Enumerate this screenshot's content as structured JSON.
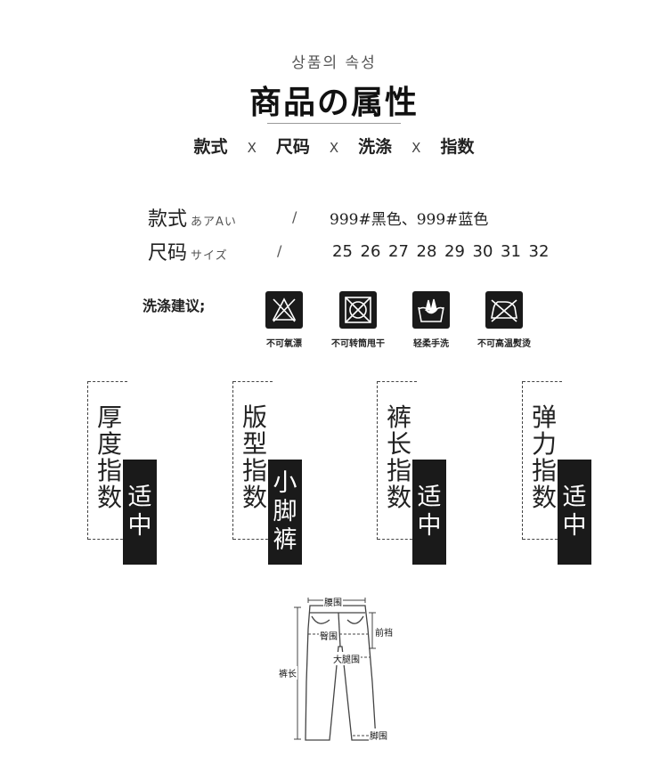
{
  "header": {
    "korean_title": "상품의 속성",
    "title": "商品の属性"
  },
  "nav": [
    "款式",
    "X",
    "尺码",
    "X",
    "洗涤",
    "X",
    "指数"
  ],
  "attributes": {
    "style": {
      "label": "款式",
      "sub": "あアAい",
      "slash": "/",
      "value": "999#黑色、999#蓝色"
    },
    "size": {
      "label": "尺码",
      "sub": "サイズ",
      "slash": "/",
      "values": [
        "25",
        "26",
        "27",
        "28",
        "29",
        "30",
        "31",
        "32"
      ]
    }
  },
  "washing": {
    "label": "洗涤建议;",
    "icons": [
      {
        "icon": "no-bleach-icon",
        "caption": "不可氧漂"
      },
      {
        "icon": "no-tumble-dry-icon",
        "caption": "不可转筒甩干"
      },
      {
        "icon": "gentle-hand-wash-icon",
        "caption": "轻柔手洗"
      },
      {
        "icon": "no-high-temp-iron-icon",
        "caption": "不可高温熨烫"
      }
    ]
  },
  "indices": [
    {
      "name": "厚度指数",
      "value": "适中"
    },
    {
      "name": "版型指数",
      "value": "小脚裤"
    },
    {
      "name": "裤长指数",
      "value": "适中"
    },
    {
      "name": "弹力指数",
      "value": "适中"
    }
  ],
  "measurement_diagram": {
    "labels": {
      "waist": "腰围",
      "hip": "臀围",
      "front_rise": "前裆",
      "thigh": "大腿围",
      "length": "裤长",
      "hem": "脚围"
    }
  },
  "colors": {
    "dark": "#1a1a1a",
    "text": "#222222"
  }
}
